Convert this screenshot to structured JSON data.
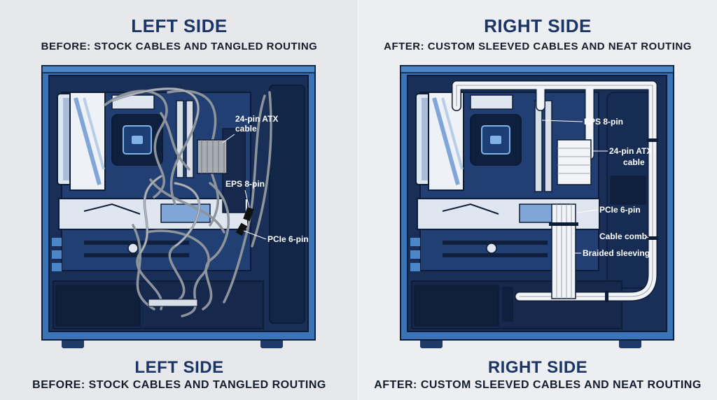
{
  "left": {
    "title": "LEFT SIDE",
    "subtitle": "BEFORE: STOCK CABLES AND TANGLED ROUTING",
    "bottom_title": "LEFT SIDE",
    "bottom_subtitle": "BEFORE: STOCK CABLES AND TANGLED ROUTING",
    "labels": {
      "atx_line1": "24-pin ATX",
      "atx_line2": "cable",
      "eps": "EPS 8-pin",
      "pcie": "PCIe 6-pin"
    }
  },
  "right": {
    "title": "RIGHT SIDE",
    "subtitle": "AFTER: CUSTOM SLEEVED CABLES AND NEAT ROUTING",
    "bottom_title": "RIGHT SIDE",
    "bottom_subtitle": "AFTER: CUSTOM SLEEVED CABLES AND NEAT ROUTING",
    "labels": {
      "eps": "EPS 8-pin",
      "atx_line1": "24-pin ATX",
      "atx_line2": "cable",
      "pcie": "PCIe 6-pin",
      "comb": "Cable comb",
      "sleeve": "Braided sleeving"
    }
  },
  "colors": {
    "case_frame": "#3a73b8",
    "case_interior": "#1a2f57",
    "motherboard": "#213f72",
    "cable_gray": "#8e949c",
    "cable_white": "#f2f4f7",
    "title": "#1b3566"
  }
}
